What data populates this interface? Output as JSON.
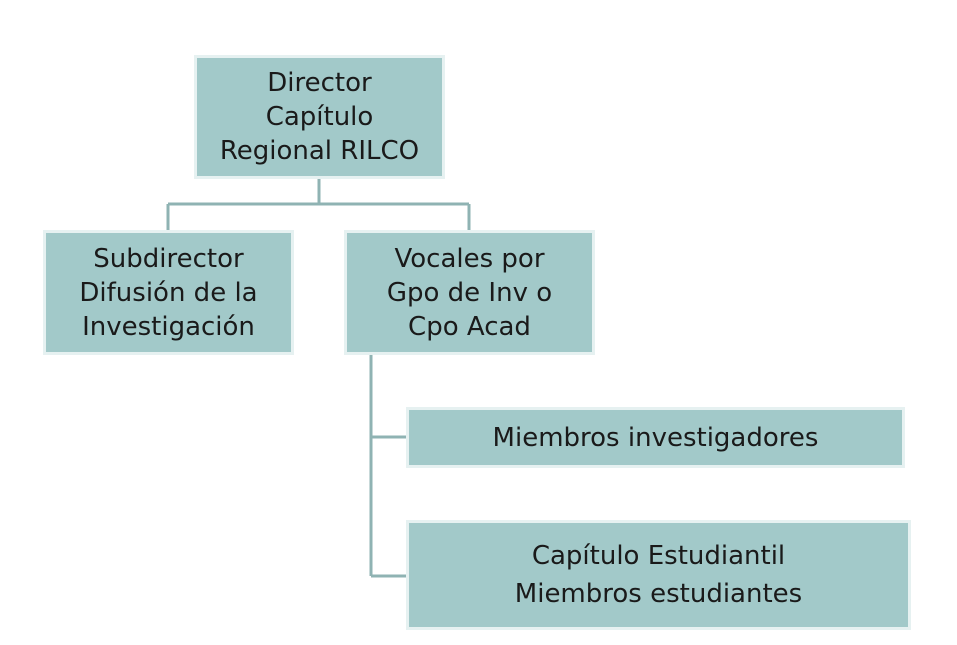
{
  "diagram": {
    "colors": {
      "node_fill": "#a2c9c9",
      "node_border": "#e6f1f1",
      "connector": "#8fb3b3",
      "text": "#1a1a1a"
    },
    "nodes": {
      "director": {
        "lines": [
          "Director",
          "Capítulo",
          "Regional RILCO"
        ]
      },
      "subdirector": {
        "lines": [
          "Subdirector",
          "Difusión de la",
          "Investigación"
        ]
      },
      "vocales": {
        "lines": [
          "Vocales por",
          "Gpo de Inv o",
          "Cpo Acad"
        ]
      },
      "miembros_investigadores": {
        "lines": [
          "Miembros investigadores"
        ]
      },
      "capitulo_estudiantil": {
        "lines": [
          "Capítulo Estudiantil",
          "Miembros estudiantes"
        ]
      }
    }
  }
}
